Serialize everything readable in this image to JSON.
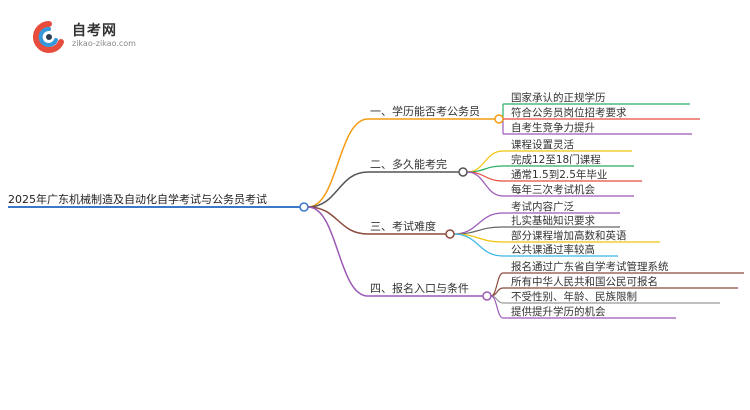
{
  "logo": {
    "name": "自考网",
    "url": "zikao-zikao.com"
  },
  "mindmap": {
    "root": "2025年广东机械制造及自动化自学考试与公务员考试",
    "branches": [
      {
        "label": "一、学历能否考公务员",
        "color": "#f39c12",
        "children": [
          {
            "label": "国家承认的正规学历",
            "color": "#27ae60"
          },
          {
            "label": "符合公务员岗位招考要求",
            "color": "#e74c3c"
          },
          {
            "label": "自考生竞争力提升",
            "color": "#9b59b6"
          }
        ]
      },
      {
        "label": "二、多久能考完",
        "color": "#555555",
        "children": [
          {
            "label": "课程设置灵活",
            "color": "#f1c40f"
          },
          {
            "label": "完成12至18门课程",
            "color": "#27ae60"
          },
          {
            "label": "通常1.5到2.5年毕业",
            "color": "#e74c3c"
          },
          {
            "label": "每年三次考试机会",
            "color": "#9b59b6"
          }
        ]
      },
      {
        "label": "三、考试难度",
        "color": "#8b4a3c",
        "children": [
          {
            "label": "考试内容广泛",
            "color": "#9b59b6"
          },
          {
            "label": "扎实基础知识要求",
            "color": "#666666"
          },
          {
            "label": "部分课程增加高数和英语",
            "color": "#f1c40f"
          },
          {
            "label": "公共课通过率较高",
            "color": "#3cb8e6"
          }
        ]
      },
      {
        "label": "四、报名入口与条件",
        "color": "#9b59b6",
        "children": [
          {
            "label": "报名通过广东省自学考试管理系统",
            "color": "#8b4a3c"
          },
          {
            "label": "所有中华人民共和国公民可报名",
            "color": "#8b4a3c"
          },
          {
            "label": "不受性别、年龄、民族限制",
            "color": "#999999"
          },
          {
            "label": "提供提升学历的机会",
            "color": "#9b59b6"
          }
        ]
      }
    ]
  }
}
